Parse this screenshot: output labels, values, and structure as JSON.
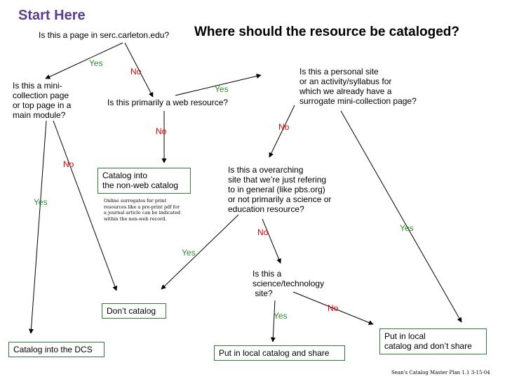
{
  "start_label": "Start Here",
  "title": "Where should the resource be cataloged?",
  "q_serc": "Is this a page in serc.carleton.edu?",
  "q_mini": "Is this a mini-\ncollection page\nor top page in a\nmain module?",
  "q_web": "Is this primarily a web resource?",
  "q_personal": "Is this a personal site\nor an activity/syllabus for\nwhich we already have a\nsurrogate mini-collection page?",
  "q_overarching": "Is this a overarching\nsite that we’re just refering\nto in general (like pbs.org)\nor not primarily a science or\neducation resource?",
  "q_scitech": "Is this a\nscience/technology\n site?",
  "box_nonweb": "Catalog into\nthe non-web catalog",
  "box_dont": "Don’t catalog",
  "box_dcs": "Catalog into the DCS",
  "box_share": "Put in local catalog and share",
  "box_noshare": "Put in local\ncatalog and don’t share",
  "note": "Online surrogates for print\nresources like a pre-print pdf for\na journal article can be indicated\nwithin the non-web record.",
  "footer": "Sean's Catalog Master Plan 1.1 3-15-04",
  "labels": {
    "yes1": "Yes",
    "no1": "No",
    "yes2": "Yes",
    "no2": "No",
    "yes3": "Yes",
    "no3": "No",
    "no4": "No",
    "yes4": "Yes",
    "yes5": "Yes",
    "yes6": "Yes",
    "no5": "No"
  },
  "colors": {
    "title_purple": "#5a3e8f",
    "yes_green": "#2e8b2e",
    "no_red": "#d40000",
    "box_border": "#2e7d32"
  }
}
